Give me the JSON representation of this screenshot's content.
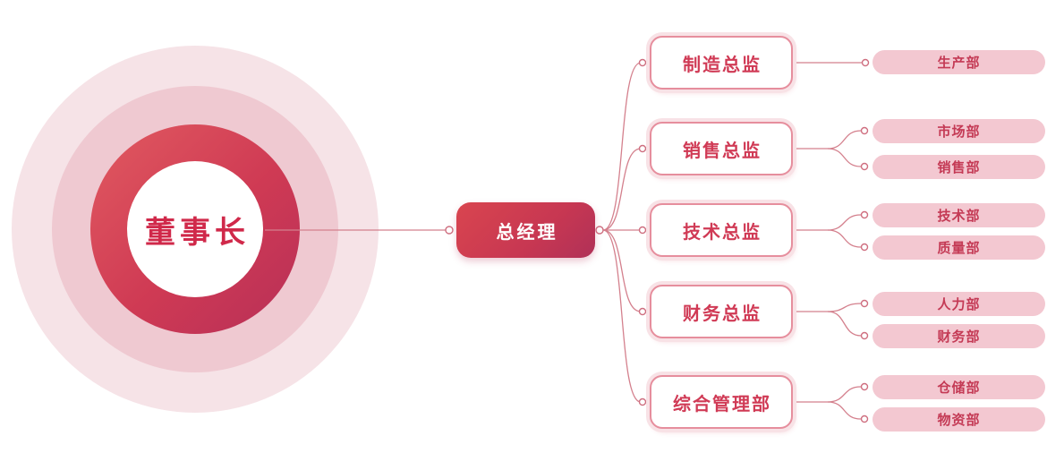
{
  "diagram": {
    "type": "org-chart",
    "chairman": {
      "label": "董事长"
    },
    "general_manager": {
      "label": "总经理"
    },
    "directors": [
      {
        "label": "制造总监"
      },
      {
        "label": "销售总监"
      },
      {
        "label": "技术总监"
      },
      {
        "label": "财务总监"
      },
      {
        "label": "综合管理部"
      }
    ],
    "departments": [
      {
        "label": "生产部",
        "parent": "制造总监"
      },
      {
        "label": "市场部",
        "parent": "销售总监"
      },
      {
        "label": "销售部",
        "parent": "销售总监"
      },
      {
        "label": "技术部",
        "parent": "技术总监"
      },
      {
        "label": "质量部",
        "parent": "技术总监"
      },
      {
        "label": "人力部",
        "parent": "财务总监"
      },
      {
        "label": "财务部",
        "parent": "财务总监"
      },
      {
        "label": "仓储部",
        "parent": "综合管理部"
      },
      {
        "label": "物资部",
        "parent": "综合管理部"
      }
    ],
    "colors": {
      "accent_red": "#d0294a",
      "node_gradient_start": "#e15a60",
      "node_gradient_end": "#b72f58",
      "gm_gradient_start": "#d9454f",
      "gm_gradient_end": "#b03158",
      "director_border": "#e68e9d",
      "director_text": "#d03a55",
      "pill_background": "#f3c8d1",
      "pill_text": "#c43a55",
      "ring_outer": "#f6e3e7",
      "ring_middle": "#efc9d1",
      "connector_line": "#d4808d"
    }
  }
}
